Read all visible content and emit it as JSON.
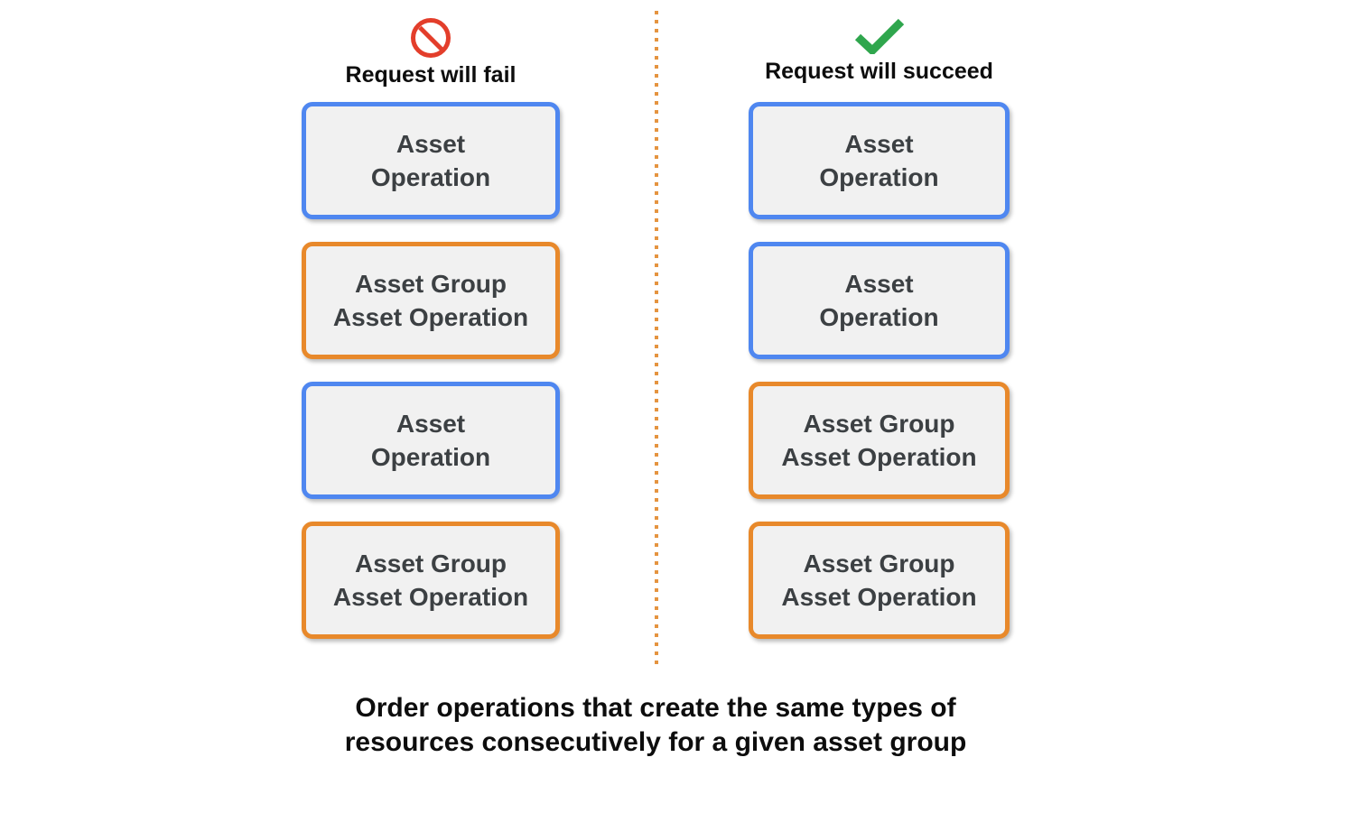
{
  "columns": [
    {
      "id": "fail",
      "header": {
        "label": "Request will fail",
        "icon": "prohibited-icon"
      },
      "boxes": [
        {
          "type": "asset",
          "label": "Asset\nOperation"
        },
        {
          "type": "asset_group",
          "label": "Asset Group\nAsset Operation"
        },
        {
          "type": "asset",
          "label": "Asset\nOperation"
        },
        {
          "type": "asset_group",
          "label": "Asset Group\nAsset Operation"
        }
      ]
    },
    {
      "id": "succeed",
      "header": {
        "label": "Request will succeed",
        "icon": "check-icon"
      },
      "boxes": [
        {
          "type": "asset",
          "label": "Asset\nOperation"
        },
        {
          "type": "asset",
          "label": "Asset\nOperation"
        },
        {
          "type": "asset_group",
          "label": "Asset Group\nAsset Operation"
        },
        {
          "type": "asset_group",
          "label": "Asset Group\nAsset Operation"
        }
      ]
    }
  ],
  "caption": "Order operations that create the same types of\nresources consecutively for a given asset group",
  "colors": {
    "blue_border": "#4F87F0",
    "orange_border": "#E8892B",
    "box_fill": "#F1F1F1",
    "box_text": "#3C4043",
    "fail_red": "#E33E2B",
    "success_green": "#2FA64D",
    "divider_orange": "#E59440",
    "caption_text": "#0d0d0d"
  }
}
